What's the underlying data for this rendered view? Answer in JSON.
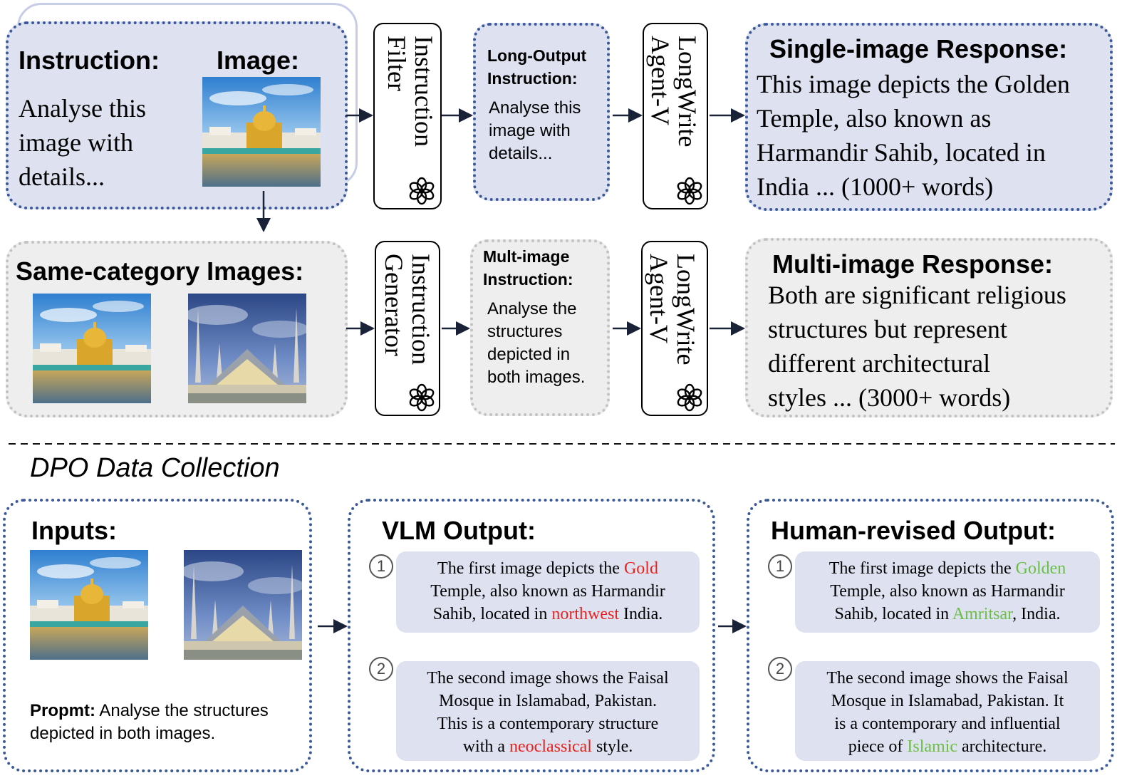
{
  "top": {
    "instruction_title": "Instruction:",
    "instruction_text": [
      "Analyse this",
      "image with",
      "details..."
    ],
    "image_title": "Image:",
    "filter_label": [
      "Instruction",
      "Filter"
    ],
    "long_output_title": [
      "Long-Output",
      "Instruction:"
    ],
    "long_output_text": [
      "Analyse this",
      "image with",
      "details..."
    ],
    "agent1_label": [
      "LongWrite",
      "Agent-V"
    ],
    "single_response_title": "Single-image Response:",
    "single_response_text": [
      "This image depicts the Golden",
      "Temple, also known as",
      "Harmandir Sahib, located in",
      "India ... (1000+ words)"
    ]
  },
  "middle": {
    "same_category_title": "Same-category Images:",
    "generator_label": [
      "Instruction",
      "Generator"
    ],
    "multi_instruction_title": [
      "Mult-image",
      "Instruction:"
    ],
    "multi_instruction_text": [
      "Analyse the",
      "structures",
      "depicted in",
      "both images."
    ],
    "agent2_label": [
      "LongWrite",
      "Agent-V"
    ],
    "multi_response_title": "Multi-image Response:",
    "multi_response_text": [
      "Both are significant religious",
      "structures but represent",
      "different architectural",
      "styles  ... (3000+ words)"
    ]
  },
  "dpo": {
    "section_title": "DPO Data Collection",
    "inputs_title": "Inputs:",
    "prompt_label": "Propmt:",
    "prompt_text_1": " Analyse the structures",
    "prompt_text_2": "depicted in both images.",
    "vlm_title": "VLM Output:",
    "human_title": "Human-revised Output:",
    "num1": "1",
    "num2": "2",
    "vlm_1": {
      "l1a": "The first image depicts the ",
      "l1b": "Gold",
      "l2": "Temple, also known as Harmandir",
      "l3a": "Sahib, located in ",
      "l3b": "northwest",
      "l3c": " India."
    },
    "vlm_2": {
      "l1": "The second image shows the Faisal",
      "l2": "Mosque in Islamabad, Pakistan.",
      "l3": "This is a contemporary structure",
      "l4a": "with a ",
      "l4b": "neoclassical",
      "l4c": " style."
    },
    "human_1": {
      "l1a": "The first image depicts the ",
      "l1b": "Golden",
      "l2": "Temple, also known as Harmandir",
      "l3a": "Sahib, located in ",
      "l3b": "Amritsar",
      "l3c": ", India."
    },
    "human_2": {
      "l1": "The second image shows the Faisal",
      "l2": "Mosque in Islamabad, Pakistan.  It",
      "l3": "is a contemporary and influential",
      "l4a": "piece of ",
      "l4b": "Islamic",
      "l4c": " architecture."
    }
  },
  "colors": {
    "blue_border": "#3b5898",
    "gray_border": "#c3c3c3",
    "blue_fill": "#dde1f0",
    "error_red": "#e8231f",
    "fix_green": "#6cbe45"
  },
  "icons": [
    "openai-logo-icon",
    "arrow-right-icon",
    "arrow-down-icon",
    "golden-temple-photo",
    "faisal-mosque-photo"
  ]
}
